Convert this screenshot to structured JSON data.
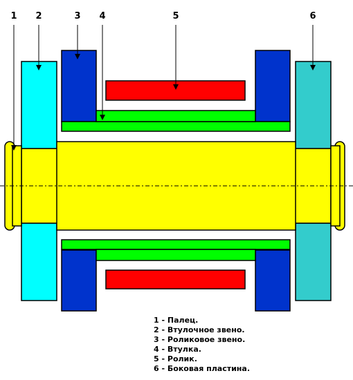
{
  "callouts": [
    "1",
    "2",
    "3",
    "4",
    "5",
    "6"
  ],
  "legend": [
    "1 - Палец.",
    "2 - Втулочное звено.",
    "3 - Роликовое звено.",
    "4 - Втулка.",
    "5 - Ролик.",
    "6 - Боковая пластина."
  ],
  "colors": {
    "pin": "#ffff00",
    "inner_plate": "#00ffff",
    "roller_link": "#0033cc",
    "bushing": "#00ff00",
    "roller": "#ff0000",
    "side_plate": "#33cccc"
  }
}
